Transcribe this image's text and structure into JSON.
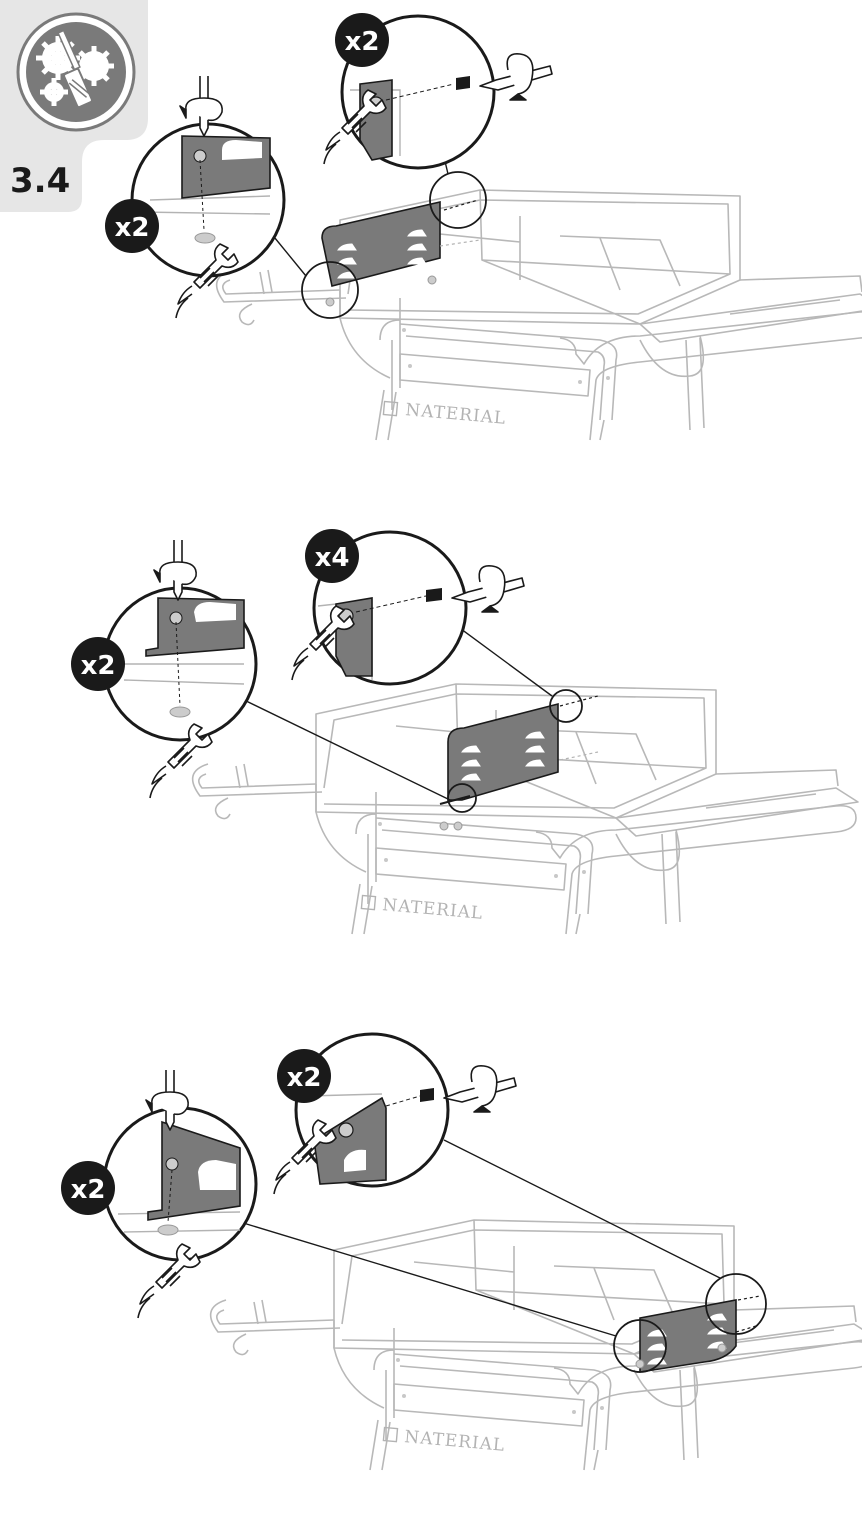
{
  "step": {
    "number": "3.4",
    "tool_icon": "tools-gears-icon"
  },
  "colors": {
    "sidebar_bg": "#e6e6e6",
    "panel_fill": "#7a7a7a",
    "badge_fill": "#1a1a1a",
    "line_gray": "#b3b3b3",
    "line_dark": "#1a1a1a"
  },
  "panels": [
    {
      "brand": "NATERIAL",
      "callout_left": {
        "count": "x2"
      },
      "callout_right": {
        "count": "x2"
      }
    },
    {
      "brand": "NATERIAL",
      "callout_left": {
        "count": "x2"
      },
      "callout_right": {
        "count": "x4"
      }
    },
    {
      "brand": "NATERIAL",
      "callout_left": {
        "count": "x2"
      },
      "callout_right": {
        "count": "x2"
      }
    }
  ]
}
